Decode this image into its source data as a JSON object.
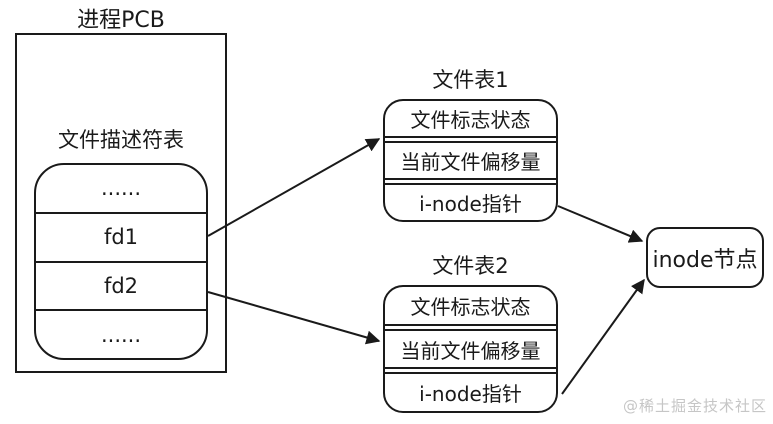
{
  "pcb": {
    "title": "进程PCB",
    "fd_table_label": "文件描述符表",
    "fd_rows": [
      "......",
      "fd1",
      "fd2",
      "......"
    ]
  },
  "file_table_1": {
    "title": "文件表1",
    "rows": [
      "文件标志状态",
      "当前文件偏移量",
      "i-node指针"
    ]
  },
  "file_table_2": {
    "title": "文件表2",
    "rows": [
      "文件标志状态",
      "当前文件偏移量",
      "i-node指针"
    ]
  },
  "inode": {
    "label": "inode节点"
  },
  "watermark": "@稀土掘金技术社区",
  "colors": {
    "line": "#1a1a1a",
    "watermark": "#c6c6c6",
    "background": "#ffffff"
  }
}
